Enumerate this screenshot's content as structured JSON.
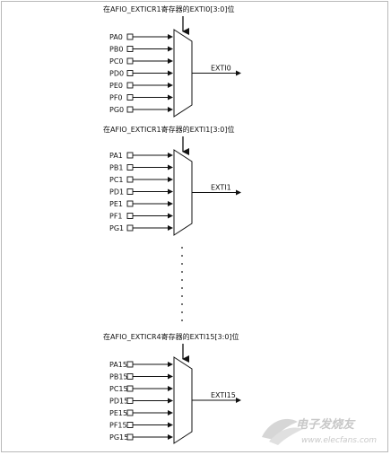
{
  "muxes": [
    {
      "register_label": "在AFIO_EXTICR1寄存器的EXTI0[3:0]位",
      "inputs": [
        "PA0",
        "PB0",
        "PC0",
        "PD0",
        "PE0",
        "PF0",
        "PG0"
      ],
      "output": "EXTI0"
    },
    {
      "register_label": "在AFIO_EXTICR1寄存器的EXTI1[3:0]位",
      "inputs": [
        "PA1",
        "PB1",
        "PC1",
        "PD1",
        "PE1",
        "PF1",
        "PG1"
      ],
      "output": "EXTI1"
    },
    {
      "register_label": "在AFIO_EXTICR4寄存器的EXTI15[3:0]位",
      "inputs": [
        "PA15",
        "PB15",
        "PC15",
        "PD15",
        "PE15",
        "PF15",
        "PG15"
      ],
      "output": "EXTI15"
    }
  ],
  "watermark": {
    "text": "电子发烧友",
    "url": "www.elecfans.com"
  },
  "colors": {
    "line": "#111111",
    "frame": "#b9b9b9",
    "watermark": "#c8c8c8"
  }
}
